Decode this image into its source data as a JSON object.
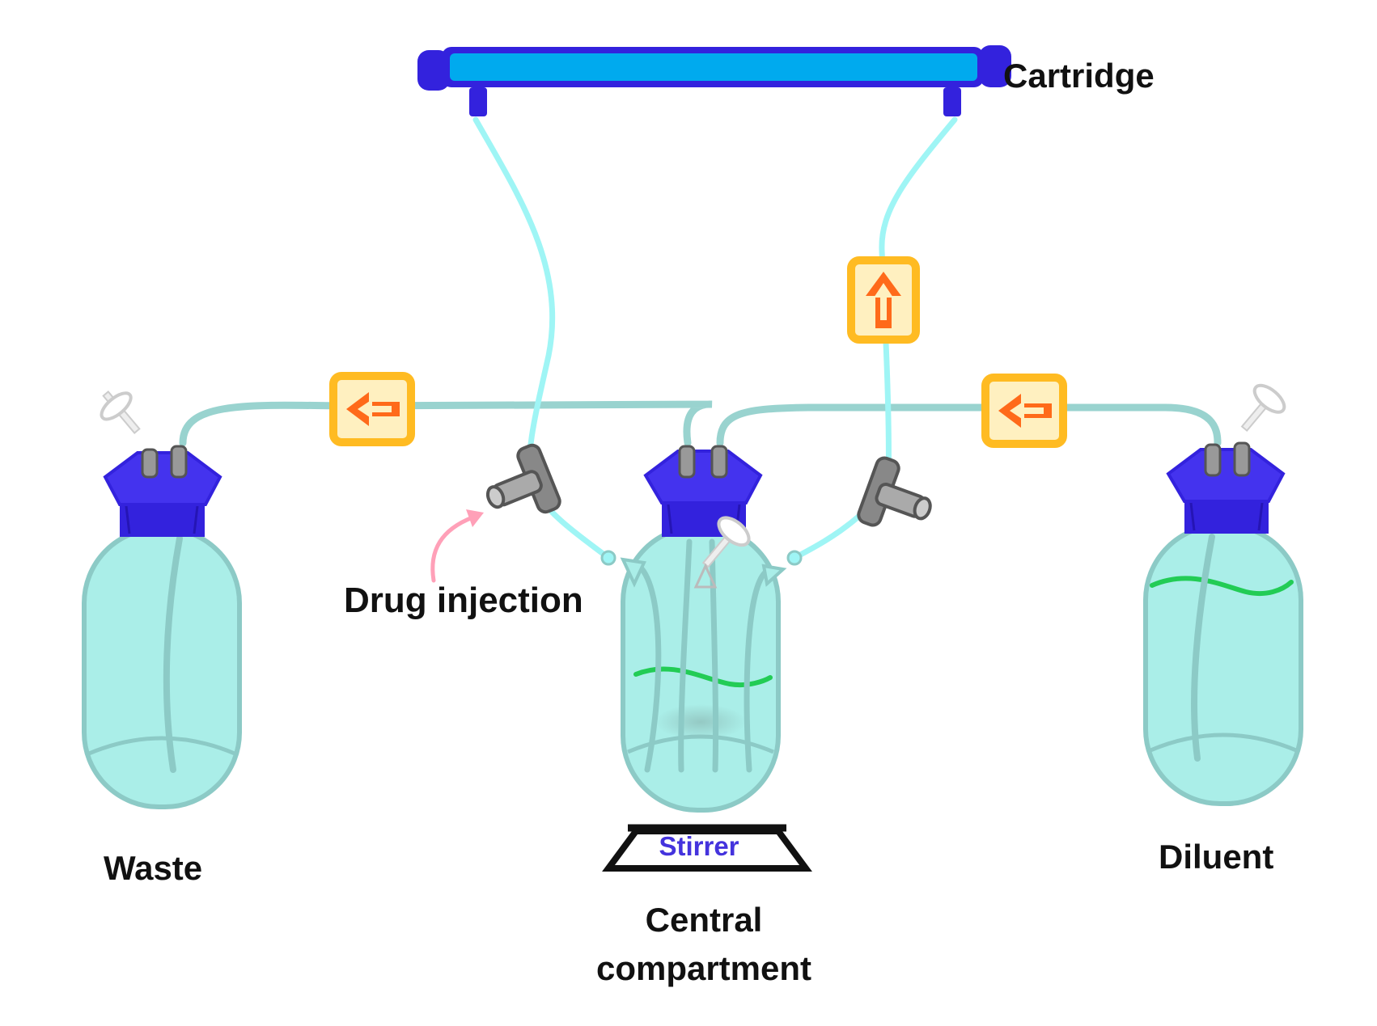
{
  "labels": {
    "cartridge": "Cartridge",
    "waste": "Waste",
    "diluent": "Diluent",
    "drug_injection": "Drug injection",
    "central_line1": "Central",
    "central_line2": "compartment",
    "stirrer": "Stirrer"
  },
  "colors": {
    "cartridge_body": "#00aaee",
    "cartridge_frame": "#3322dd",
    "cap": "#3322dd",
    "bottle_fill": "#aaeee8",
    "bottle_outline": "#8ccac6",
    "tube_main": "#99d3cf",
    "tube_cartridge": "#9ff5f5",
    "fluid_level": "#22cc55",
    "pump_border": "#ffbb22",
    "pump_fill": "#fff0c0",
    "pump_arrow": "#ff6a1a",
    "valve": "#888888",
    "injection_arrow": "#ffa0b8",
    "stirrer_outline": "#111111"
  },
  "icons": {
    "pump": "pump-arrow-icon",
    "valve": "stopcock-valve-icon",
    "filter": "vent-filter-icon",
    "injection": "curved-arrow-icon"
  }
}
